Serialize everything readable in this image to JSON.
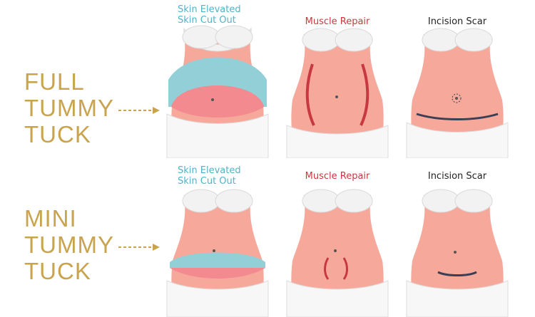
{
  "rows": [
    {
      "title_lines": [
        "FULL",
        "TUMMY",
        "TUCK"
      ],
      "labels": {
        "skin_elevated": "Skin Elevated",
        "skin_cut_out": "Skin Cut Out",
        "muscle_repair": "Muscle Repair",
        "incision_scar": "Incision Scar"
      }
    },
    {
      "title_lines": [
        "MINI",
        "TUMMY",
        "TUCK"
      ],
      "labels": {
        "skin_elevated": "Skin Elevated",
        "skin_cut_out": "Skin Cut Out",
        "muscle_repair": "Muscle Repair",
        "incision_scar": "Incision Scar"
      }
    }
  ],
  "colors": {
    "title": "#c9a44f",
    "skin": "#f6a99b",
    "skin_elevated": "#4fb3c9",
    "skin_cut_out": "#ef6f7a",
    "muscle": "#c7393f",
    "scar": "#3a3f55"
  }
}
